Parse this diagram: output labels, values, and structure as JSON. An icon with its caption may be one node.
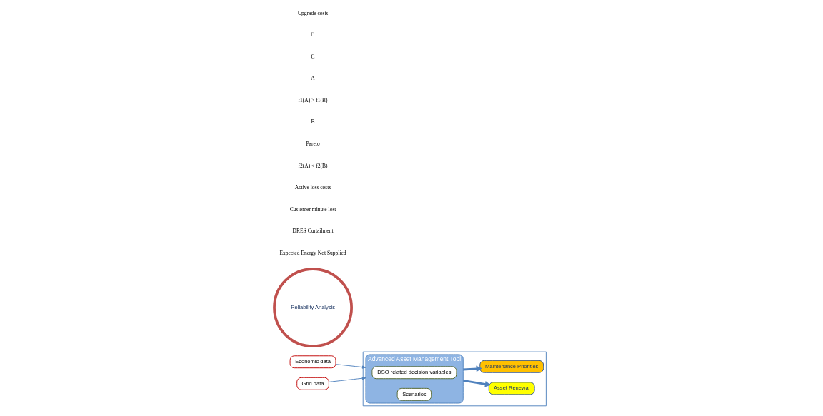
{
  "diagram": {
    "nodes": [
      {
        "text": [
          "Economic data"
        ]
      },
      {
        "text": [],
        "shape": "box"
      },
      {
        "text": [
          "Advanced Asset Management Tool"
        ],
        "in": 1
      },
      {
        "text": [
          "DSO related decision variables"
        ],
        "in": 2
      },
      {
        "text": [
          "Scenarios"
        ],
        "in": 2
      },
      {
        "text": [
          "Asset Renewal"
        ],
        "in": 1
      },
      {
        "text": [
          "Maintenance Priorities"
        ],
        "in": 1
      },
      {
        "text": [
          "Grid data"
        ]
      },
      {
        "text": [
          "Reliability Analysis"
        ]
      }
    ],
    "edges": [
      {
        "from": 0,
        "to": 2,
        "arrow": "to"
      },
      {
        "from": 7,
        "to": 2,
        "arrow": "to"
      },
      {
        "from": 2,
        "to": 5,
        "arrow": "to",
        "style": "thick"
      },
      {
        "from": 2,
        "to": 6,
        "arrow": "to",
        "style": "thick"
      }
    ],
    "labels": [
      "Upgrade costs",
      "f1",
      "C",
      "A",
      "f1(A) > f1(B)",
      "B",
      "Pareto",
      "f2(A) < f2(B)",
      "Active loss costs",
      "Customer minute lost",
      "DRES Curtailment",
      "Expected Energy Not Supplied"
    ]
  }
}
